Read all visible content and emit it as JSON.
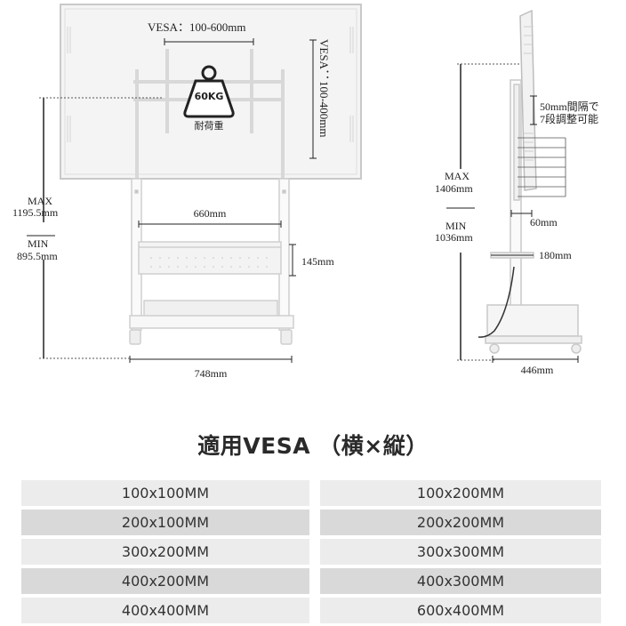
{
  "front": {
    "vesa_h": "VESA：100-600mm",
    "vesa_v": "VESA：100-400mm",
    "load": "60KG",
    "load_caption": "耐荷重",
    "width_top": "660mm",
    "shelf_height": "145mm",
    "base_width": "748mm",
    "max_label": "MAX",
    "max_value": "1195.5mm",
    "min_label": "MIN",
    "min_value": "895.5mm"
  },
  "side": {
    "adjust_line1": "50mm間隔で",
    "adjust_line2": "7段調整可能",
    "max_label": "MAX",
    "max_value": "1406mm",
    "min_label": "MIN",
    "min_value": "1036mm",
    "depth_bracket": "60mm",
    "depth_arm": "180mm",
    "base_depth": "446mm"
  },
  "table": {
    "title": "適用VESA （横×縦）",
    "rows": [
      {
        "left": "100x100MM",
        "right": "100x200MM"
      },
      {
        "left": "200x100MM",
        "right": "200x200MM"
      },
      {
        "left": "300x200MM",
        "right": "300x300MM"
      },
      {
        "left": "400x200MM",
        "right": "400x300MM"
      },
      {
        "left": "400x400MM",
        "right": "600x400MM"
      }
    ]
  },
  "colors": {
    "row_light": "#ececec",
    "row_dark": "#d9d9d9",
    "line": "#222222",
    "frame": "#c8c8c8"
  }
}
